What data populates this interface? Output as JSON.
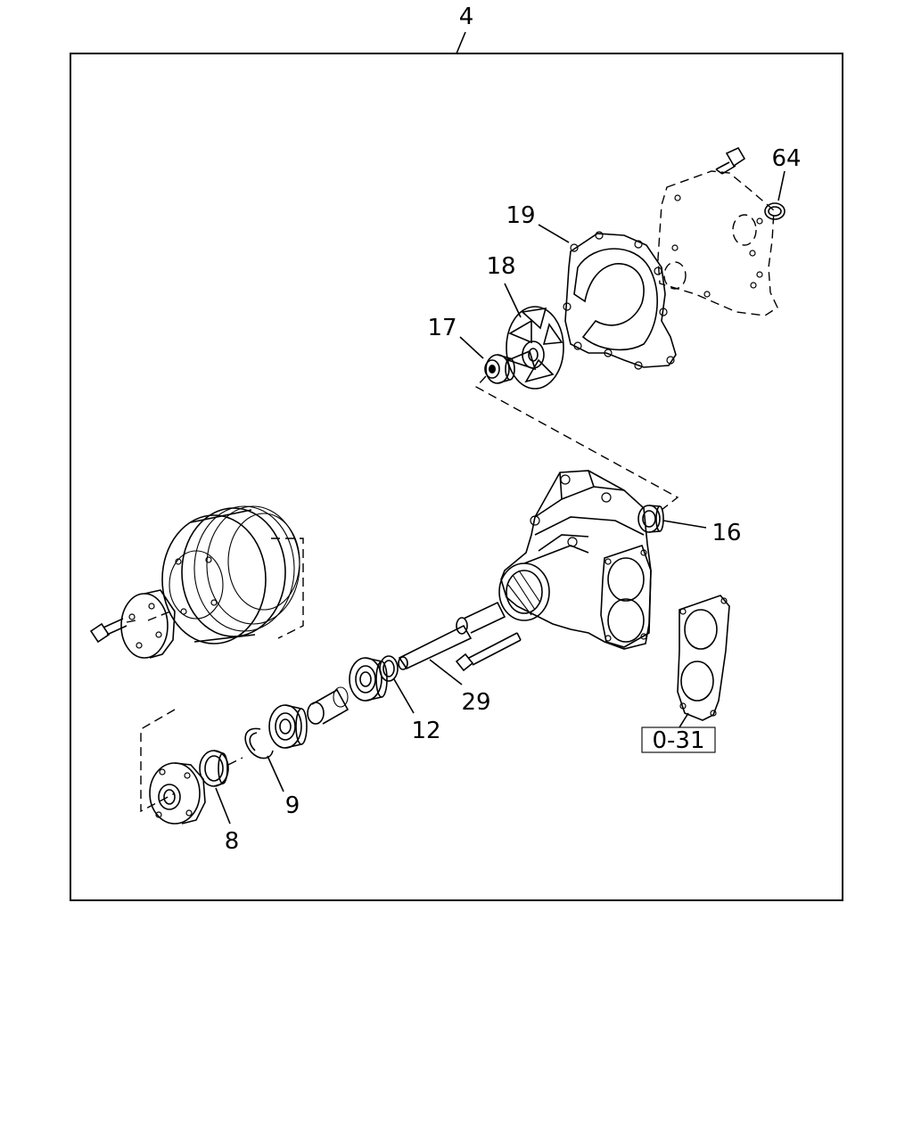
{
  "callouts": {
    "assembly": "4",
    "gasket_plate": "64",
    "gasket": "19",
    "impeller": "18",
    "seal": "17",
    "rear_bearing": "16",
    "washer": "12",
    "shaft": "29",
    "snap_ring": "9",
    "oil_seal": "8"
  },
  "reference_box": "0-31"
}
